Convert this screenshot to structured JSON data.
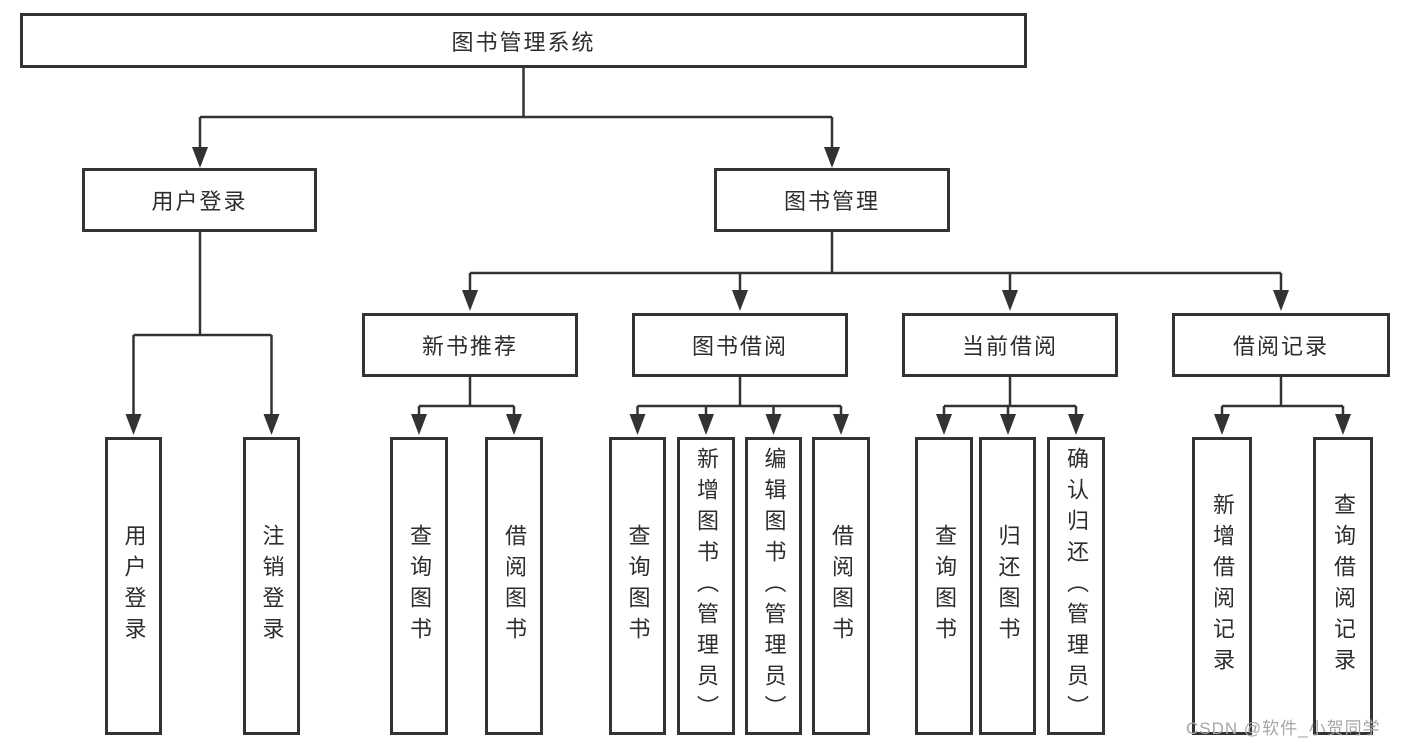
{
  "diagram": {
    "root": "图书管理系统",
    "level2": {
      "user_login": "用户登录",
      "book_management": "图书管理"
    },
    "level3": {
      "new_book_recommend": "新书推荐",
      "book_borrow": "图书借阅",
      "current_borrow": "当前借阅",
      "borrow_record": "借阅记录"
    },
    "leaves": {
      "user_login": [
        "用户登录",
        "注销登录"
      ],
      "new_book_recommend": [
        "查询图书",
        "借阅图书"
      ],
      "book_borrow": [
        "查询图书",
        "新增图书（管理员）",
        "编辑图书（管理员）",
        "借阅图书"
      ],
      "current_borrow": [
        "查询图书",
        "归还图书",
        "确认归还（管理员）"
      ],
      "borrow_record": [
        "新增借阅记录",
        "查询借阅记录"
      ]
    },
    "watermark": "CSDN @软件_小贺同学",
    "colors": {
      "line": "#333333",
      "text": "#2d2d2d",
      "watermark": "#a6a6a6",
      "background": "#ffffff"
    }
  }
}
